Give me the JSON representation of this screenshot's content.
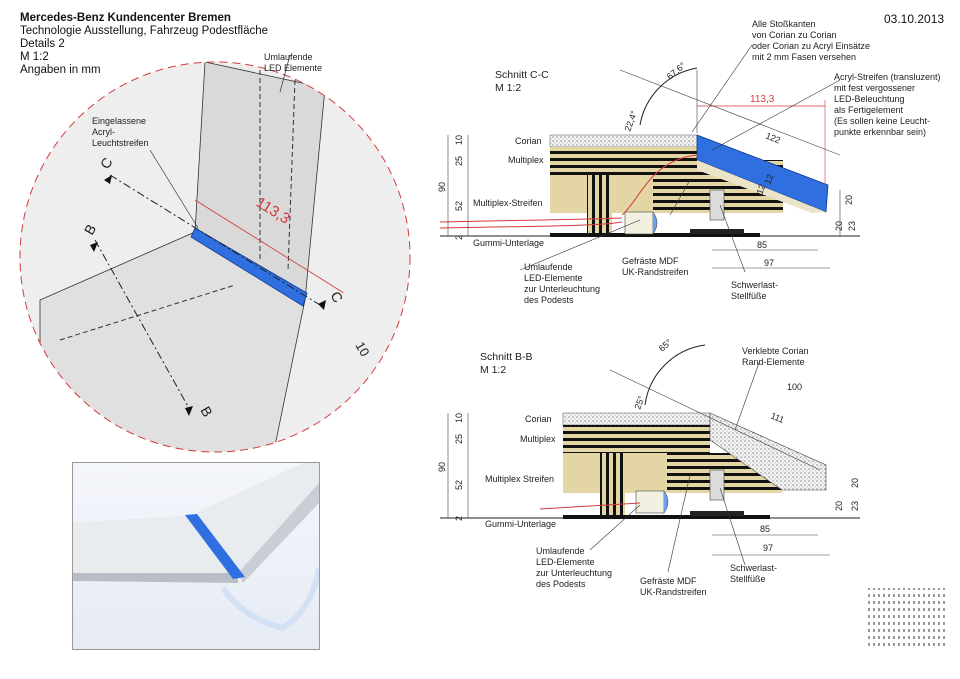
{
  "header": {
    "title": "Mercedes-Benz Kundencenter Bremen",
    "subtitle": "Technologie Ausstellung, Fahrzeug Podestfläche",
    "details": "Details 2",
    "scale": "M 1:2",
    "units": "Angaben in mm",
    "date": "03.10.2013"
  },
  "detail_view": {
    "label_led": "Umlaufende\nLED Elemente",
    "label_acryl": "Eingelassene\nAcryl-\nLeuchtstreifen",
    "dim_main": "113,3",
    "dim_small": "10",
    "cut_c": "C",
    "cut_b": "B"
  },
  "section_cc": {
    "title": "Schnitt C-C",
    "scale": "M 1:2",
    "layers": [
      "Corian",
      "Multiplex",
      "Multiplex-Streifen",
      "Gummi-Unterlage"
    ],
    "dims_left": [
      "10",
      "25",
      "52",
      "90",
      "2"
    ],
    "angle_outer": "67,6°",
    "angle_inner": "22,4°",
    "dim_red": "113,3",
    "dim_slope": "122",
    "dim_thick_a": "12",
    "dim_thick_b": "12",
    "dim_20a": "20",
    "dim_20b": "20",
    "dim_23": "23",
    "dim_85": "85",
    "dim_97": "97",
    "note_edges": "Alle Stoßkanten\nvon Corian zu Corian\noder Corian zu Acryl Einsätze\nmit 2 mm Fasen versehen",
    "note_acryl": "Acryl-Streifen (transluzent)\nmit fest vergossener\nLED-Beleuchtung\nals Fertigelement\n(Es sollen keine Leucht-\npunkte erkennbar sein)",
    "note_led": "Umlaufende\nLED-Elemente\nzur Unterleuchtung\ndes Podests",
    "note_mdf": "Gefräste MDF\nUK-Randstreifen",
    "note_feet": "Schwerlast-\nStellfüße"
  },
  "section_bb": {
    "title": "Schnitt B-B",
    "scale": "M 1:2",
    "layers": [
      "Corian",
      "Multiplex",
      "Multiplex Streifen",
      "Gummi-Unterlage"
    ],
    "dims_left": [
      "10",
      "25",
      "52",
      "90",
      "2"
    ],
    "angle_outer": "65°",
    "angle_inner": "25°",
    "dim_100": "100",
    "dim_slope": "111",
    "dim_20a": "20",
    "dim_20b": "20",
    "dim_23": "23",
    "dim_85": "85",
    "dim_97": "97",
    "note_corian": "Verklebte Corian\nRand-Elemente",
    "note_led": "Umlaufende\nLED-Elemente\nzur Unterleuchtung\ndes Podests",
    "note_mdf": "Gefräste MDF\nUK-Randstreifen",
    "note_feet": "Schwerlast-\nStellfüße"
  },
  "colors": {
    "accent_blue": "#2f6fe0",
    "dim_red": "#d43a3a",
    "wood": "#e3d6a4",
    "stripe": "#111111"
  }
}
